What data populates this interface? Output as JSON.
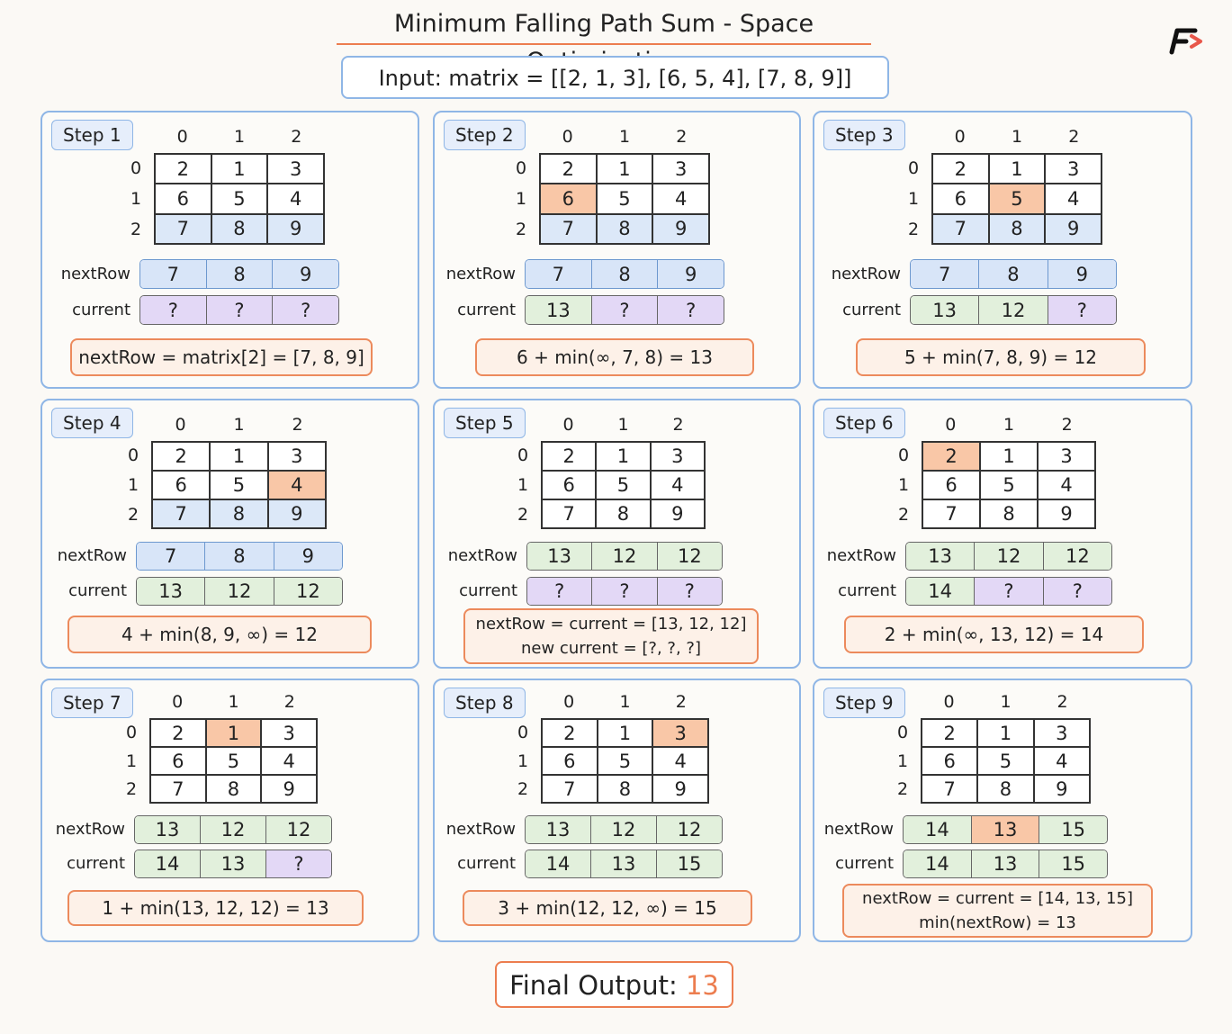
{
  "title": "Minimum Falling Path Sum - Space Optimization",
  "input_text": "Input:  matrix = [[2, 1, 3], [6, 5, 4], [7, 8, 9]]",
  "col_indices": [
    "0",
    "1",
    "2"
  ],
  "row_indices": [
    "0",
    "1",
    "2"
  ],
  "matrix": [
    [
      "2",
      "1",
      "3"
    ],
    [
      "6",
      "5",
      "4"
    ],
    [
      "7",
      "8",
      "9"
    ]
  ],
  "labels": {
    "nextRow": "nextRow",
    "current": "current"
  },
  "colors": {
    "blue": "#d8e5f8",
    "green": "#e2f0dc",
    "purple": "#e3d8f6",
    "orange": "#f9c7a7",
    "accent": "#ec7d4f"
  },
  "steps": [
    {
      "label": "Step 1",
      "highlight": "row2",
      "nextRow": [
        {
          "v": "7",
          "c": "blue"
        },
        {
          "v": "8",
          "c": "blue"
        },
        {
          "v": "9",
          "c": "blue"
        }
      ],
      "current": [
        {
          "v": "?",
          "c": "purple"
        },
        {
          "v": "?",
          "c": "purple"
        },
        {
          "v": "?",
          "c": "purple"
        }
      ],
      "formula": [
        "nextRow = matrix[2] = [7, 8, 9]"
      ]
    },
    {
      "label": "Step 2",
      "highlight": "row2+1,0",
      "nextRow": [
        {
          "v": "7",
          "c": "blue"
        },
        {
          "v": "8",
          "c": "blue"
        },
        {
          "v": "9",
          "c": "blue"
        }
      ],
      "current": [
        {
          "v": "13",
          "c": "green"
        },
        {
          "v": "?",
          "c": "purple"
        },
        {
          "v": "?",
          "c": "purple"
        }
      ],
      "formula": [
        "6 + min(∞, 7, 8) = 13"
      ]
    },
    {
      "label": "Step 3",
      "highlight": "row2+1,1",
      "nextRow": [
        {
          "v": "7",
          "c": "blue"
        },
        {
          "v": "8",
          "c": "blue"
        },
        {
          "v": "9",
          "c": "blue"
        }
      ],
      "current": [
        {
          "v": "13",
          "c": "green"
        },
        {
          "v": "12",
          "c": "green"
        },
        {
          "v": "?",
          "c": "purple"
        }
      ],
      "formula": [
        "5 + min(7, 8, 9) = 12"
      ]
    },
    {
      "label": "Step 4",
      "highlight": "row2+1,2",
      "nextRow": [
        {
          "v": "7",
          "c": "blue"
        },
        {
          "v": "8",
          "c": "blue"
        },
        {
          "v": "9",
          "c": "blue"
        }
      ],
      "current": [
        {
          "v": "13",
          "c": "green"
        },
        {
          "v": "12",
          "c": "green"
        },
        {
          "v": "12",
          "c": "green"
        }
      ],
      "formula": [
        "4 + min(8, 9, ∞) = 12"
      ]
    },
    {
      "label": "Step 5",
      "highlight": "",
      "nextRow": [
        {
          "v": "13",
          "c": "green"
        },
        {
          "v": "12",
          "c": "green"
        },
        {
          "v": "12",
          "c": "green"
        }
      ],
      "current": [
        {
          "v": "?",
          "c": "purple"
        },
        {
          "v": "?",
          "c": "purple"
        },
        {
          "v": "?",
          "c": "purple"
        }
      ],
      "formula": [
        "nextRow = current = [13, 12, 12]",
        "new current = [?, ?, ?]"
      ]
    },
    {
      "label": "Step 6",
      "highlight": "0,0",
      "nextRow": [
        {
          "v": "13",
          "c": "green"
        },
        {
          "v": "12",
          "c": "green"
        },
        {
          "v": "12",
          "c": "green"
        }
      ],
      "current": [
        {
          "v": "14",
          "c": "green"
        },
        {
          "v": "?",
          "c": "purple"
        },
        {
          "v": "?",
          "c": "purple"
        }
      ],
      "formula": [
        "2 + min(∞, 13, 12) = 14"
      ]
    },
    {
      "label": "Step 7",
      "highlight": "0,1",
      "nextRow": [
        {
          "v": "13",
          "c": "green"
        },
        {
          "v": "12",
          "c": "green"
        },
        {
          "v": "12",
          "c": "green"
        }
      ],
      "current": [
        {
          "v": "14",
          "c": "green"
        },
        {
          "v": "13",
          "c": "green"
        },
        {
          "v": "?",
          "c": "purple"
        }
      ],
      "formula": [
        "1 + min(13, 12, 12) = 13"
      ]
    },
    {
      "label": "Step 8",
      "highlight": "0,2",
      "nextRow": [
        {
          "v": "13",
          "c": "green"
        },
        {
          "v": "12",
          "c": "green"
        },
        {
          "v": "12",
          "c": "green"
        }
      ],
      "current": [
        {
          "v": "14",
          "c": "green"
        },
        {
          "v": "13",
          "c": "green"
        },
        {
          "v": "15",
          "c": "green"
        }
      ],
      "formula": [
        "3 + min(12, 12, ∞) = 15"
      ]
    },
    {
      "label": "Step 9",
      "highlight": "",
      "nextRow": [
        {
          "v": "14",
          "c": "green"
        },
        {
          "v": "13",
          "c": "orange"
        },
        {
          "v": "15",
          "c": "green"
        }
      ],
      "current": [
        {
          "v": "14",
          "c": "green"
        },
        {
          "v": "13",
          "c": "green"
        },
        {
          "v": "15",
          "c": "green"
        }
      ],
      "formula": [
        "nextRow = current = [14, 13, 15]",
        "min(nextRow) = 13"
      ]
    }
  ],
  "final": {
    "label": "Final Output:",
    "value": "13"
  }
}
